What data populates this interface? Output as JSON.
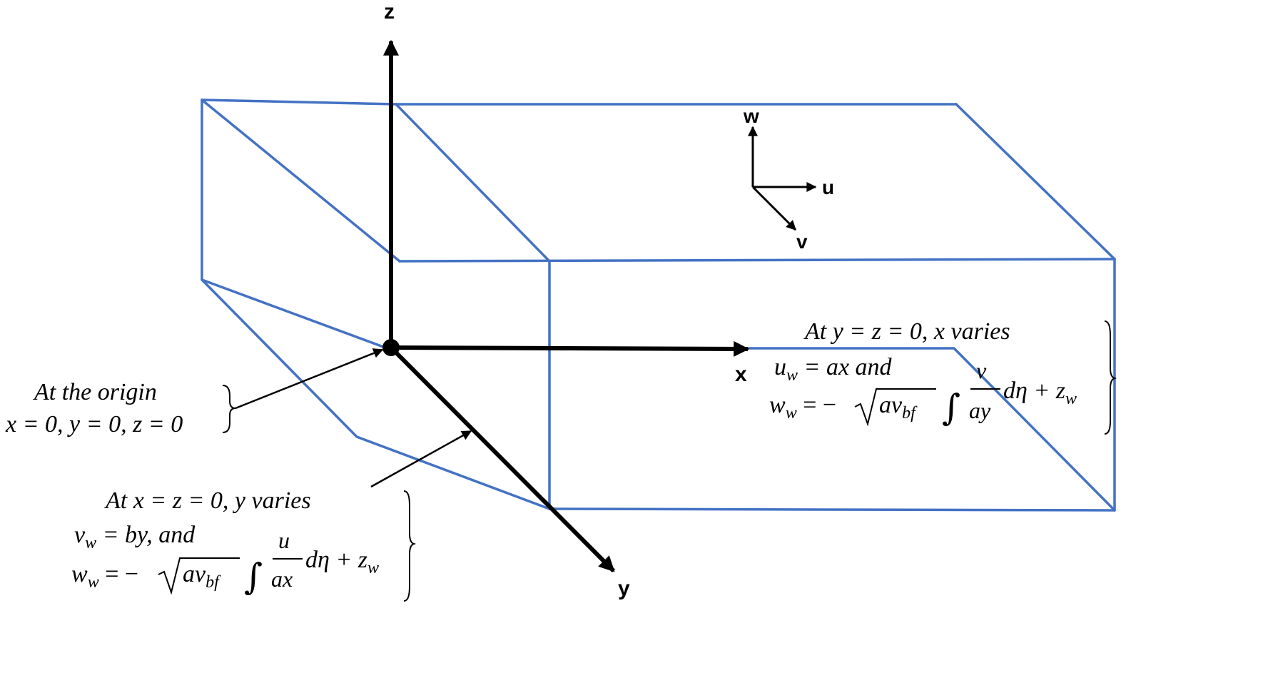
{
  "axes": {
    "x": "x",
    "y": "y",
    "z": "z"
  },
  "local_axes": {
    "u": "u",
    "v": "v",
    "w": "w"
  },
  "origin_note": {
    "line1": "At the origin",
    "line2": "x = 0, y = 0, z = 0"
  },
  "x_note": {
    "heading": "At y = z = 0, x varies",
    "eq1": "u",
    "eq1_sub": "w",
    "eq1_rest": " = ax and",
    "eq2_lhs": "w",
    "eq2_lhs_sub": "w",
    "eq2_mid": " = −",
    "eq2_root": "av",
    "eq2_root_sub": "bf",
    "integral": "∫",
    "frac_num": "v",
    "frac_den": "ay",
    "tail": "dη + z",
    "tail_sub": "w"
  },
  "y_note": {
    "heading": "At x = z = 0, y varies",
    "eq1": "v",
    "eq1_sub": "w",
    "eq1_rest": " = by, and",
    "eq2_lhs": "w",
    "eq2_lhs_sub": "w",
    "eq2_mid": " = −",
    "eq2_root": "av",
    "eq2_root_sub": "bf",
    "integral": "∫",
    "frac_num": "u",
    "frac_den": "ax",
    "tail": "dη + z",
    "tail_sub": "w"
  },
  "colors": {
    "box": "#4472C4",
    "axes": "#000000"
  }
}
